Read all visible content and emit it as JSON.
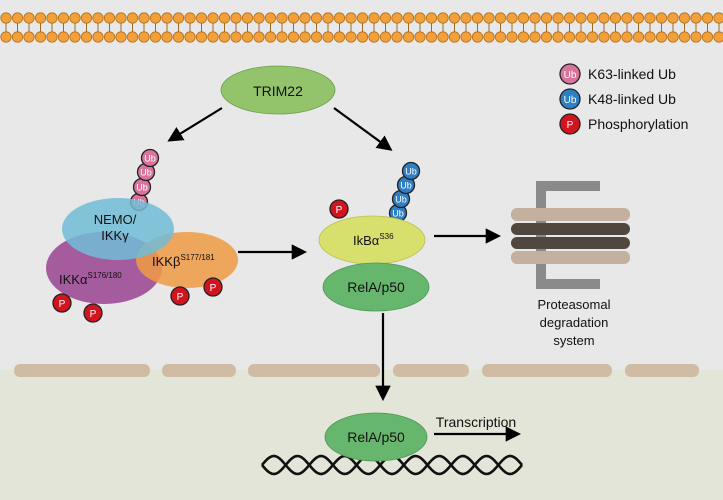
{
  "nodes": {
    "trim22": "TRIM22",
    "nemo_line1": "NEMO/",
    "nemo_line2": "IKKγ",
    "ikka_base": "IKKα",
    "ikka_sup": "S176/180",
    "ikkb_base": "IKKβ",
    "ikkb_sup": "S177/181",
    "ikba_base": "IkBα",
    "ikba_sup": "S36",
    "rela_cytoplasm": "RelA/p50",
    "rela_nucleus": "RelA/p50"
  },
  "badges": {
    "ub": "Ub",
    "p": "P"
  },
  "legend": [
    {
      "label": "K63-linked Ub",
      "badge": "Ub",
      "color": "#d9749c"
    },
    {
      "label": "K48-linked Ub",
      "badge": "Ub",
      "color": "#2f7fc4"
    },
    {
      "label": "Phosphorylation",
      "badge": "P",
      "color": "#d2141f"
    }
  ],
  "proteasome": {
    "line1": "Proteasomal",
    "line2": "degradation",
    "line3": "system"
  },
  "transcription_label": "Transcription",
  "colors": {
    "cytoplasm": "#e8e8e8",
    "nucleus": "#e2e5d7",
    "membrane_bead": "#f2a03a",
    "nuclear_envelope": "#d0bca4",
    "trim22": "#93c36a",
    "nemo": "#71bcd6",
    "ikka": "#a1549a",
    "ikkb": "#ee9a43",
    "ikba": "#d7e06c",
    "rela": "#67b66d",
    "k63_ub": "#d9749c",
    "k48_ub": "#2f7fc4",
    "phospho": "#d2141f",
    "proteasome_frame": "#8a8a8a",
    "proteasome_light": "#c3b09e",
    "proteasome_dark": "#50473f"
  }
}
